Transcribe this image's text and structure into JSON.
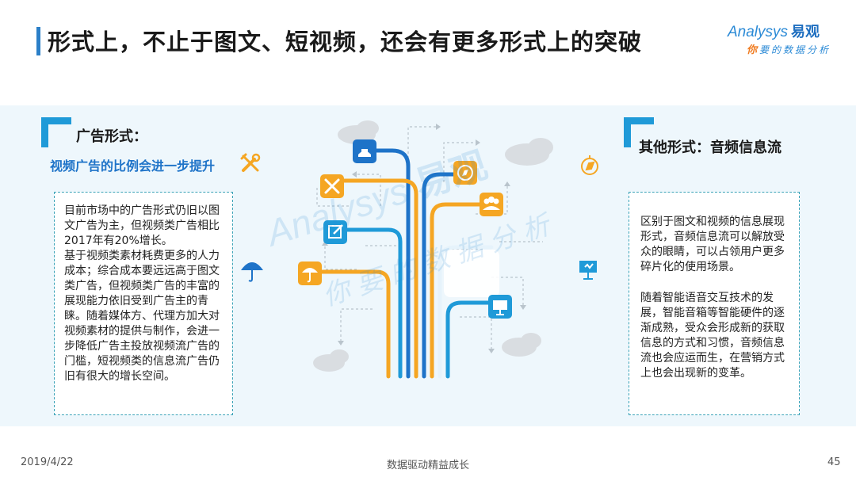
{
  "title": "形式上，不止于图文、短视频，还会有更多形式上的突破",
  "logo": {
    "brand": "Analysys",
    "brand_cn": "易观",
    "tagline_accent": "你",
    "tagline": "要的数据分析"
  },
  "left": {
    "heading": "广告形式：",
    "subheading": "视频广告的比例会进一步提升",
    "paragraphs": [
      "目前市场中的广告形式仍旧以图文广告为主，但视频类广告相比2017年有20%增长。",
      "基于视频类素材耗费更多的人力成本；综合成本要远远高于图文类广告，但视频类广告的丰富的展现能力依旧受到广告主的青睐。随着媒体方、代理方加大对视频素材的提供与制作，会进一步降低广告主投放视频流广告的门槛，短视频类的信息流广告仍旧有很大的增长空间。"
    ]
  },
  "right": {
    "heading": "其他形式：音频信息流",
    "paragraphs": [
      "区别于图文和视频的信息展现形式，音频信息流可以解放受众的眼睛，可以占领用户更多碎片化的使用场景。",
      "随着智能语音交互技术的发展，智能音箱等智能硬件的逐渐成熟，受众会形成新的获取信息的方式和习惯，音频信息流也会应运而生，在营销方式上也会出现新的变革。"
    ]
  },
  "colors": {
    "accent_blue": "#1f9ad8",
    "dark_blue": "#1e73c8",
    "orange": "#f5a623",
    "band": "#eef7fc"
  },
  "footer": {
    "date": "2019/4/22",
    "center": "数据驱动精益成长",
    "page": "45"
  }
}
